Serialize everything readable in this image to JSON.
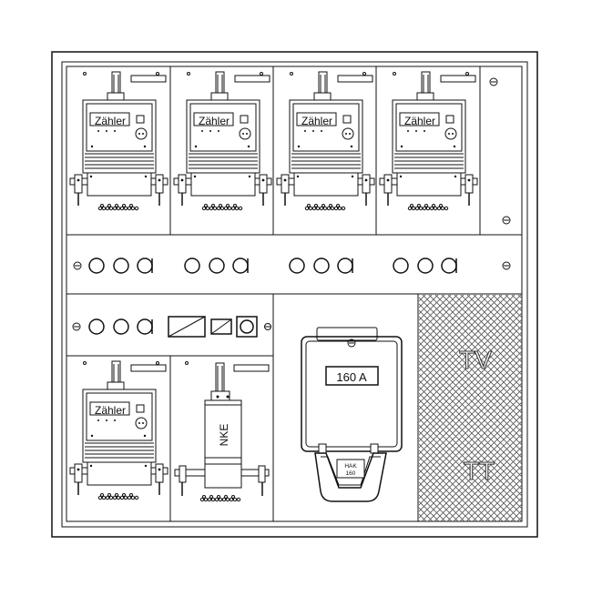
{
  "meter_label": "Zähler",
  "nke_label": "NKE",
  "hak": {
    "rating": "160 A",
    "plate_line1": "HAK",
    "plate_line2": "160"
  },
  "reserved_zone": {
    "upper_label": "TV",
    "lower_label": "TT"
  }
}
